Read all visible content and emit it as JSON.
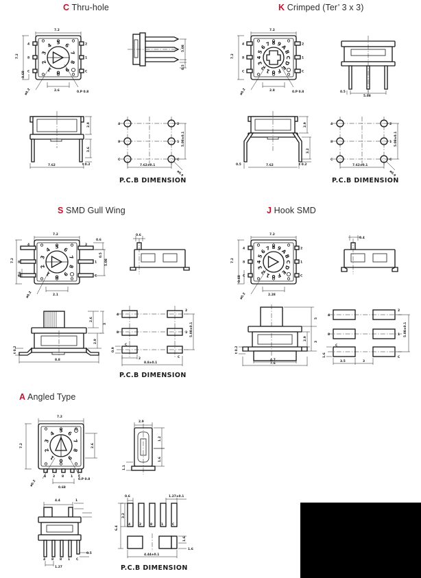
{
  "doc": {
    "type": "rotary-dip-switch-termination-drawings",
    "pcb_caption": "P.C.B  DIMENSION"
  },
  "sections": [
    {
      "id": "thru-hole",
      "code": "C",
      "name": "Thru-hole",
      "dial_chars": [
        "0",
        "1",
        "2",
        "3",
        "4",
        "5",
        "6",
        "7",
        "8",
        "9"
      ],
      "top_view": {
        "width": "7.2",
        "height": "7.2",
        "sub_height": "0.68",
        "center_span": "2.6",
        "hole_note": "0.P  0.8",
        "pin_note": "ø0.2",
        "terminal_labels_left": [
          "4",
          "8",
          "C"
        ],
        "terminal_labels_right": [
          "2",
          "1",
          "C"
        ]
      },
      "side_view": {
        "pitch": "5.08",
        "lead": "0.5"
      },
      "front_view": {
        "width": "7.62",
        "h1": "2.9",
        "h2": "3.6",
        "thickness": "t 0.2"
      },
      "pcb": {
        "width": "7.62±0.1",
        "height": "5.08±0.1",
        "hole": "ø0.9",
        "pads_left": [
          "4",
          "8",
          "C"
        ],
        "pads_right": [
          "2",
          "1",
          "C"
        ]
      }
    },
    {
      "id": "crimped",
      "code": "K",
      "name": "Crimped (Ter’ 3 x 3)",
      "dial_chars": [
        "0",
        "1",
        "2",
        "3",
        "4",
        "5",
        "6",
        "7",
        "8",
        "9",
        "A",
        "B",
        "C",
        "D",
        "E",
        "F"
      ],
      "top_view": {
        "width": "7.2",
        "height": "7.2",
        "center_span": "2.8",
        "hole_note": "0.P  0.8",
        "pin_note": "ø0.2",
        "terminal_labels_left": [
          "4",
          "8",
          "C"
        ],
        "terminal_labels_right": [
          "2",
          "1",
          "C"
        ]
      },
      "side_view": {
        "pitch": "5.08",
        "lead": "0.5"
      },
      "front_view": {
        "width": "7.62",
        "h1": "2.9",
        "h2": "3.2",
        "lead": "0.5",
        "thickness": "t 0.2"
      },
      "pcb": {
        "width": "7.62±0.1",
        "height": "5.08±0.1",
        "hole": "ø0.9",
        "pads_left": [
          "4",
          "8",
          "C"
        ],
        "pads_right": [
          "2",
          "1",
          "C"
        ]
      }
    },
    {
      "id": "smd-gull-wing",
      "code": "S",
      "name": "SMD Gull Wing",
      "dial_chars": [
        "0",
        "1",
        "2",
        "3",
        "4",
        "5",
        "6",
        "7",
        "8",
        "9"
      ],
      "top_view": {
        "width": "7.2",
        "height": "7.2",
        "sub_height": "0.6",
        "center_span": "2.1",
        "pin_note": "ø0.2",
        "lead_len": "0.6",
        "lead_h": "0.5",
        "pitch": "5.08",
        "terminal_labels_left": [
          "4",
          "8",
          "C"
        ],
        "terminal_labels_right": [
          "2",
          "1",
          "C"
        ]
      },
      "front_view": {
        "width": "8.8",
        "h1": "2.9",
        "h2": "2.6",
        "h3": "3",
        "thickness": "t 0.2"
      },
      "pcb": {
        "width": "8.8±0.1",
        "height": "5.08±0.1",
        "pad_w": "2",
        "pad_h": "0.9",
        "pads_left": [
          "4",
          "8",
          "C"
        ],
        "pads_right": [
          "2",
          "1",
          "C"
        ]
      }
    },
    {
      "id": "hook-smd",
      "code": "J",
      "name": "Hook SMD",
      "dial_chars": [
        "0",
        "1",
        "2",
        "3",
        "4",
        "5",
        "6",
        "7",
        "8",
        "9",
        "A",
        "B",
        "C",
        "D",
        "E",
        "F"
      ],
      "top_view": {
        "width": "7.2",
        "height": "7.2",
        "sub_height": "0.68",
        "center_span": "2.28",
        "pin_note": "ø0.2",
        "terminal_labels_left": [
          "4",
          "8",
          "C"
        ],
        "terminal_labels_right": [
          "2",
          "1",
          "C"
        ]
      },
      "side_view": {
        "lead": "0.4",
        "pitch": "5.08"
      },
      "front_view": {
        "width": "7.6",
        "inner": "4.7",
        "h1": "2.9",
        "h2": "3",
        "h3": "5",
        "thickness": "t 0.2"
      },
      "pcb": {
        "height": "5.08±0.1",
        "pad_w": "3.5",
        "gap": "3",
        "pad_h": "1.6",
        "pads_left": [
          "4",
          "8",
          "C"
        ],
        "pads_right": [
          "2",
          "1",
          "C"
        ]
      }
    },
    {
      "id": "angled-type",
      "code": "A",
      "name": "Angled Type",
      "dial_chars": [
        "0",
        "1",
        "2",
        "3",
        "4",
        "5",
        "6",
        "7",
        "8",
        "9"
      ],
      "top_view": {
        "width": "7.2",
        "height": "7.2",
        "depth": "2.6",
        "sub_height": "0.68",
        "hole_note": "0.P  0.8",
        "pin_note": "ø0.2",
        "pin_labels": [
          "4",
          "2",
          "8",
          "1",
          "C"
        ]
      },
      "side_view": {
        "width": "2.9",
        "h1": "1.2",
        "h2": "1.6",
        "h3": "1.1"
      },
      "front_view": {
        "width": "4.4",
        "lead": "1",
        "pitch": "1.27",
        "stub": "0.5",
        "pin_labels": [
          "4",
          "8",
          "8",
          "1",
          "C"
        ]
      },
      "pcb": {
        "width": "4.44±0.1",
        "pitch": "1.27±0.1",
        "pad_w": "0.6",
        "pad_h": "3.2",
        "total_h": "6.4",
        "bot_pad_h": "1.6",
        "bot_pad_h2": "1.6",
        "pad_labels": [
          "4",
          "2",
          "8",
          "1",
          "C"
        ]
      }
    }
  ]
}
